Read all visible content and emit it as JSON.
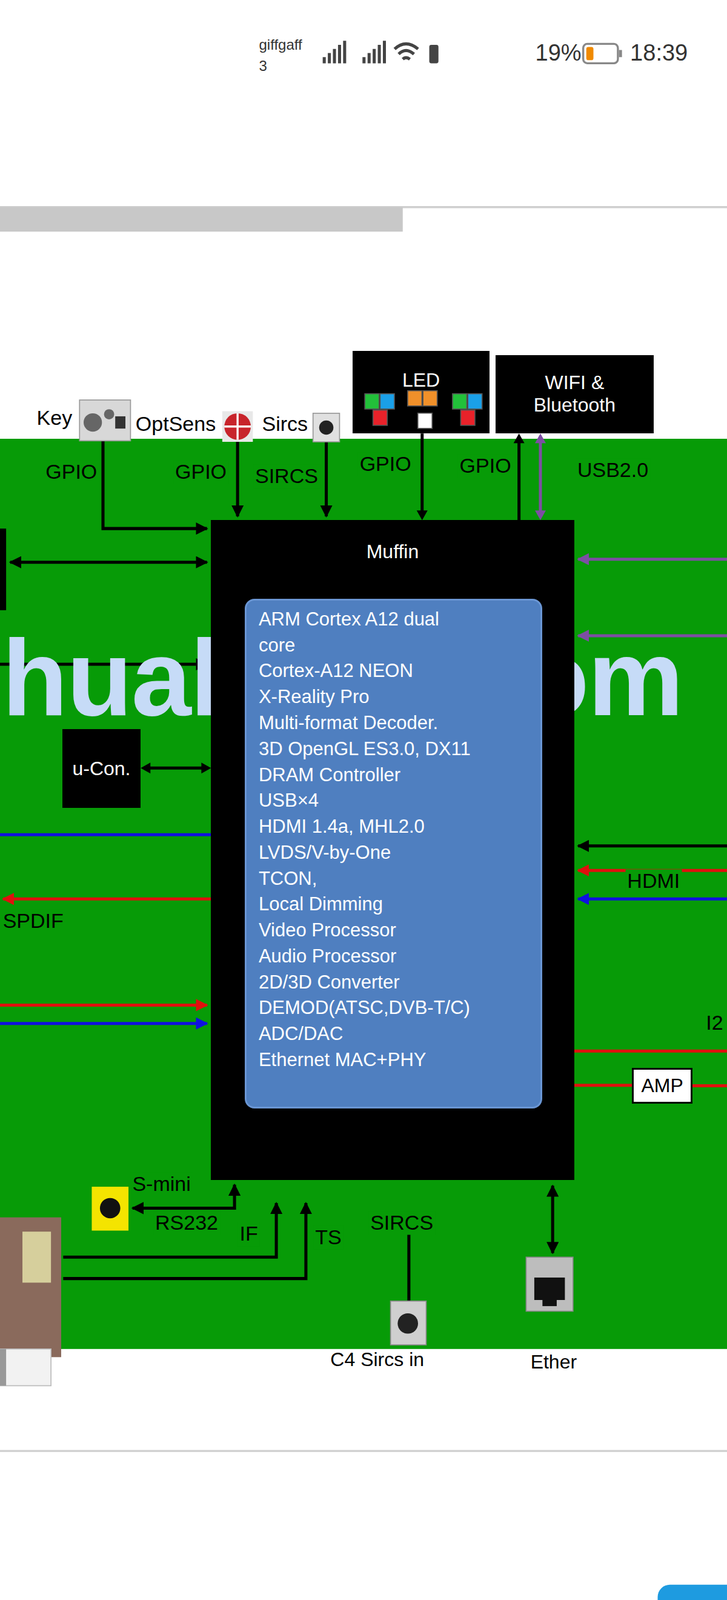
{
  "diagram": {
    "nodes": [
      {
        "text": [
          "Muffin"
        ]
      },
      {
        "text": [
          "ARM Cortex A12 dual core",
          "Cortex-A12 NEON",
          "X-Reality Pro",
          "Multi-format Decoder.",
          "3D OpenGL ES3.0, DX11",
          "DRAM Controller",
          "USB×4",
          "HDMI 1.4a, MHL2.0",
          "LVDS/V-by-One",
          "TCON,",
          "Local Dimming",
          "Video Processor",
          "Audio Processor",
          "2D/3D Converter",
          "DEMOD(ATSC,DVB-T/C)",
          "ADC/DAC",
          "Ethernet MAC+PHY"
        ],
        "in": 0
      },
      {
        "text": [
          "LED"
        ]
      },
      {
        "text": [
          "WIFI & Bluetooth"
        ]
      },
      {
        "text": [
          "u-Con."
        ]
      },
      {
        "text": [
          "AMP"
        ]
      }
    ],
    "edges": [
      {
        "from": 2,
        "to": 0,
        "arrow": "to",
        "label": "GPIO"
      },
      {
        "from": 0,
        "to": 3,
        "arrow": "to",
        "label": "GPIO"
      },
      {
        "from": 3,
        "to": 0,
        "arrow": "both",
        "label": "USB2.0"
      },
      {
        "from": 4,
        "to": 0,
        "arrow": "both"
      },
      {
        "from": 0,
        "to": 5,
        "arrow": "none"
      }
    ],
    "labels": [
      "giffgaff",
      "3",
      "19%",
      "18:39",
      "Key",
      "OptSens",
      "Sircs",
      "GPIO",
      "GPIO",
      "SIRCS",
      "hualsLib.com",
      "HDMI",
      "SPDIF",
      "I2",
      "S-mini",
      "RS232",
      "IF",
      "TS",
      "SIRCS",
      "C4 Sircs in",
      "Ether"
    ]
  }
}
